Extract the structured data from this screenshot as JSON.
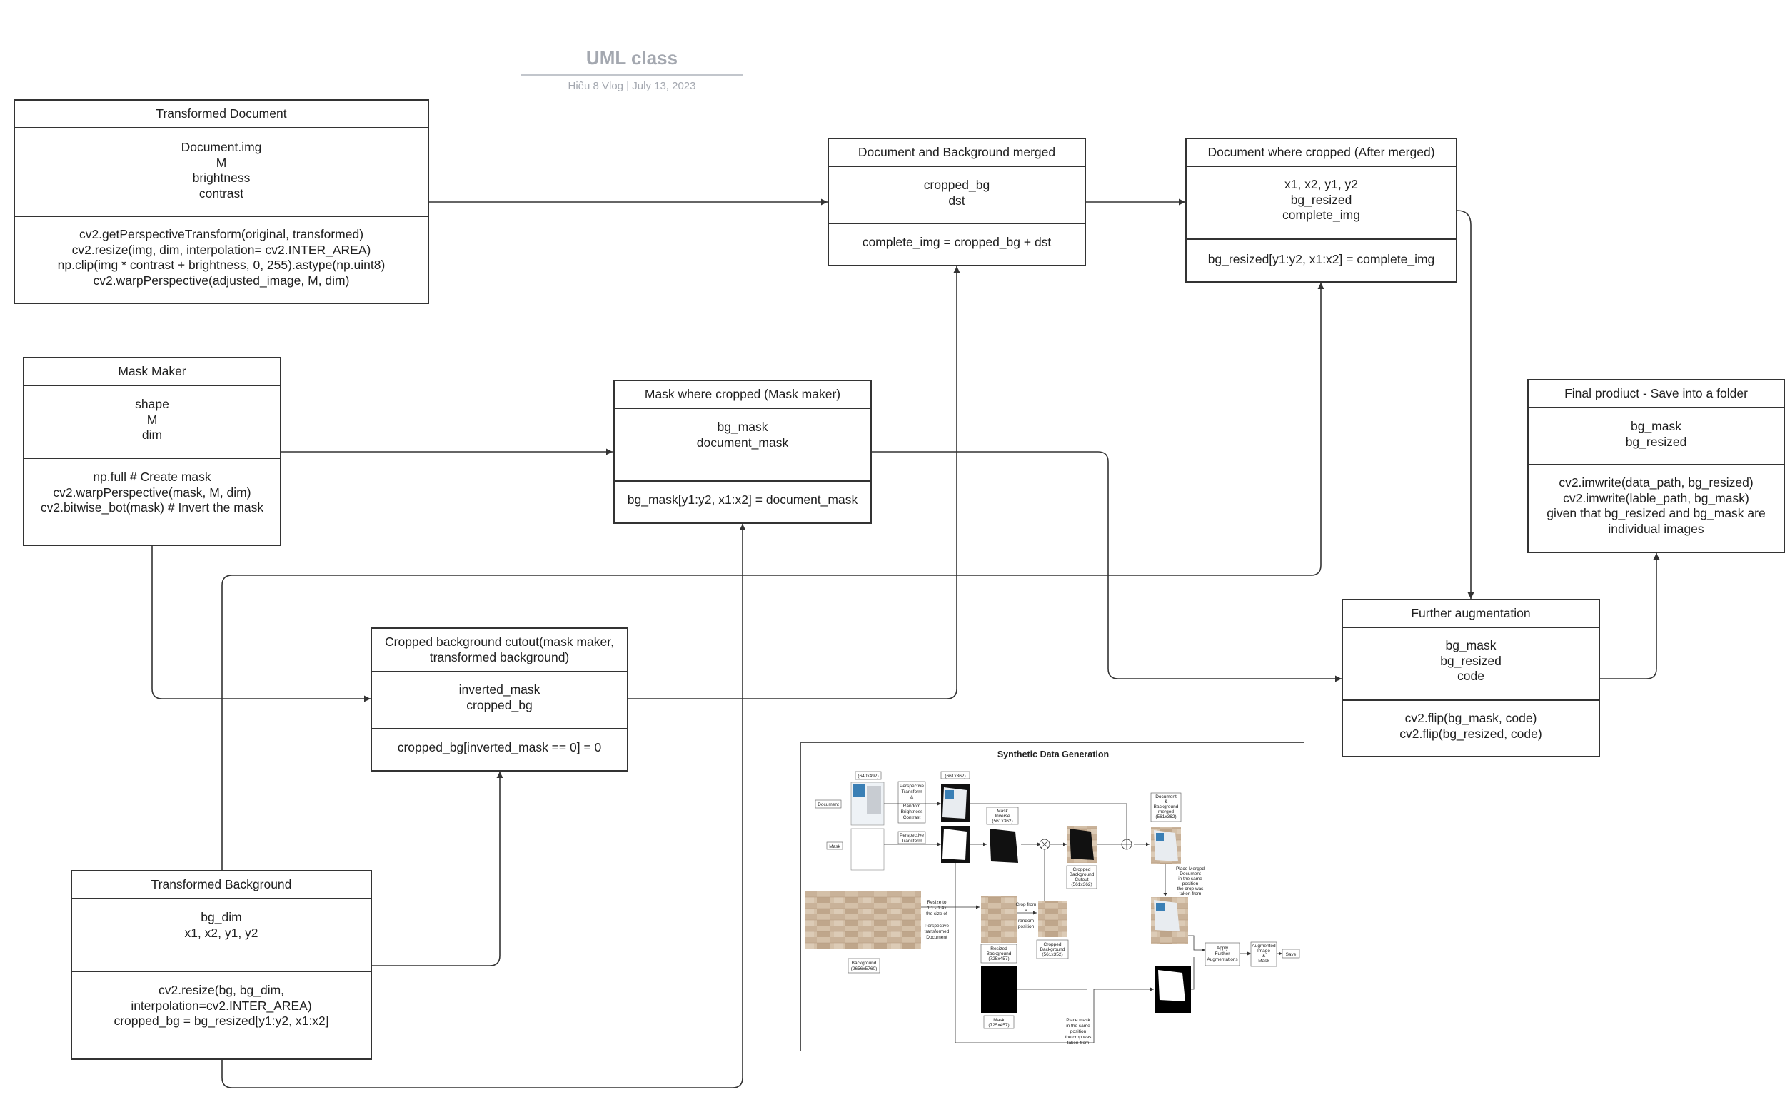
{
  "header": {
    "title": "UML class",
    "subtitle": "Hiếu 8 Vlog  |  July 13, 2023"
  },
  "classes": {
    "transformed_document": {
      "name": "Transformed Document",
      "attributes": [
        "Document.img",
        "M",
        "brightness",
        "contrast"
      ],
      "methods": [
        "cv2.getPerspectiveTransform(original, transformed)",
        "cv2.resize(img, dim, interpolation= cv2.INTER_AREA)",
        "np.clip(img * contrast + brightness, 0, 255).astype(np.uint8)",
        "cv2.warpPerspective(adjusted_image, M, dim)"
      ]
    },
    "mask_maker": {
      "name": "Mask Maker",
      "attributes": [
        "shape",
        "M",
        "dim"
      ],
      "methods": [
        "np.full # Create mask",
        "cv2.warpPerspective(mask, M, dim)",
        "cv2.bitwise_bot(mask) # Invert the mask"
      ]
    },
    "doc_bg_merged": {
      "name": "Document and Background merged",
      "attributes": [
        "cropped_bg",
        "dst"
      ],
      "methods": [
        "complete_img = cropped_bg + dst"
      ]
    },
    "doc_cropped": {
      "name": "Document where cropped (After merged)",
      "attributes": [
        "x1, x2, y1, y2",
        "bg_resized",
        "complete_img"
      ],
      "methods": [
        "bg_resized[y1:y2, x1:x2] = complete_img"
      ]
    },
    "mask_cropped": {
      "name": "Mask where cropped (Mask maker)",
      "attributes": [
        "bg_mask",
        "document_mask"
      ],
      "methods": [
        "bg_mask[y1:y2, x1:x2] = document_mask"
      ]
    },
    "final_product": {
      "name": "Final prodiuct - Save into a folder",
      "attributes": [
        "bg_mask",
        "bg_resized"
      ],
      "methods": [
        "cv2.imwrite(data_path, bg_resized)",
        "cv2.imwrite(lable_path, bg_mask)",
        "given that bg_resized and bg_mask are individual images"
      ]
    },
    "further_aug": {
      "name": "Further augmentation",
      "attributes": [
        "bg_mask",
        "bg_resized",
        "code"
      ],
      "methods": [
        "cv2.flip(bg_mask, code)",
        "cv2.flip(bg_resized, code)"
      ]
    },
    "cropped_bg_cutout": {
      "name": "Cropped background cutout(mask maker, transformed background)",
      "attributes": [
        "inverted_mask",
        "cropped_bg"
      ],
      "methods": [
        "cropped_bg[inverted_mask == 0] = 0"
      ]
    },
    "transformed_bg": {
      "name": "Transformed Background",
      "attributes": [
        "bg_dim",
        "x1, x2, y1, y2"
      ],
      "methods": [
        "cv2.resize(bg, bg_dim,",
        "interpolation=cv2.INTER_AREA)",
        "cropped_bg = bg_resized[y1:y2, x1:x2]"
      ]
    }
  },
  "embedded_figure": {
    "title": "Synthetic Data Generation",
    "labels": {
      "doc_size": "(640x492)",
      "warp_size": "(661x362)",
      "document": "Document",
      "mask": "Mask",
      "persp_bright": [
        "Perspective",
        "Transform",
        "&",
        "Random",
        "Brightness",
        "Contrast"
      ],
      "persp": [
        "Perspective",
        "Transform"
      ],
      "mask_inverse": [
        "Mask",
        "Inverse",
        "(561x362)"
      ],
      "cropped_cutout": [
        "Cropped",
        "Background",
        "Cutout",
        "(561x362)"
      ],
      "merged": [
        "Document",
        "&",
        "Background",
        "merged",
        "(561x362)"
      ],
      "resize": [
        "Resize to",
        "1.1 - 1.4x",
        "the size of"
      ],
      "resize2": [
        "Perspective",
        "transformed",
        "Document"
      ],
      "crop_from": [
        "Crop from",
        "a",
        "random",
        "position"
      ],
      "resized_bg": [
        "Resized",
        "Background",
        "(725x457)"
      ],
      "cropped_bg": [
        "Cropped",
        "Background",
        "(561x352)"
      ],
      "background": [
        "Background",
        "(2656x5760)"
      ],
      "mask_box": [
        "Mask",
        "(725x457)"
      ],
      "place_doc": [
        "Place Merged",
        "Document",
        "in the same",
        "position",
        "the crop was",
        "taken from"
      ],
      "place_mask": [
        "Place mask",
        "in the same",
        "position",
        "the crop was",
        "taken from"
      ],
      "apply_aug": [
        "Apply",
        "Further",
        "Augmentations"
      ],
      "aug_out": [
        "Augmented",
        "Image",
        "&",
        "Mask"
      ],
      "save": "Save"
    }
  },
  "colors": {
    "stroke": "#333333",
    "title_gray": "#a4a8b0",
    "wood": "#c8b29a"
  }
}
